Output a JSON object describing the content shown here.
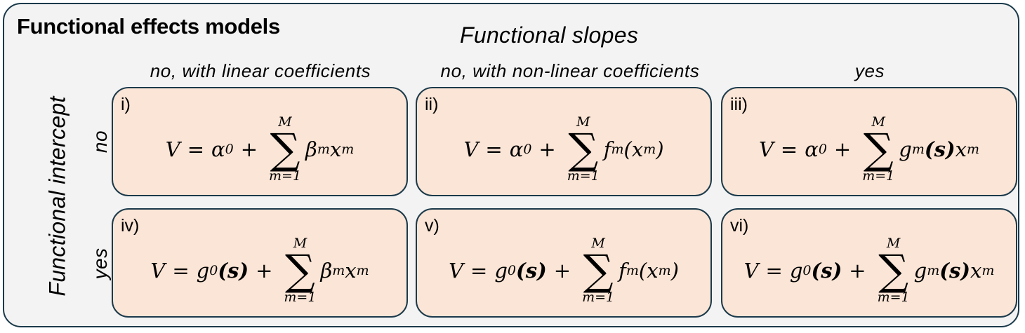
{
  "title": "Functional effects models",
  "slopes_header": "Functional slopes",
  "intercept_header": "Functional intercept",
  "columns": [
    "no, with linear coefficients",
    "no, with non-linear coefficients",
    "yes"
  ],
  "rows": [
    "no",
    "yes"
  ],
  "cells": [
    {
      "label": "i)",
      "lhs": "V",
      "eq": "=",
      "intercept": "α",
      "intercept_sub": "0",
      "plus": "+",
      "sum_top": "M",
      "sum_sym": "∑",
      "sum_bot": "m=1",
      "term_a": "β",
      "term_a_sub": "m",
      "term_b": "x",
      "term_b_sub": "m"
    },
    {
      "label": "ii)",
      "lhs": "V",
      "eq": "=",
      "intercept": "α",
      "intercept_sub": "0",
      "plus": "+",
      "sum_top": "M",
      "sum_sym": "∑",
      "sum_bot": "m=1",
      "term_a": "f",
      "term_a_sub": "m",
      "term_b": "(x",
      "term_b_sub": "m",
      "term_c": ")"
    },
    {
      "label": "iii)",
      "lhs": "V",
      "eq": "=",
      "intercept": "α",
      "intercept_sub": "0",
      "plus": "+",
      "sum_top": "M",
      "sum_sym": "∑",
      "sum_bot": "m=1",
      "term_a": "g",
      "term_a_sub": "m",
      "term_s": "(s)",
      "term_b": "x",
      "term_b_sub": "m"
    },
    {
      "label": "iv)",
      "lhs": "V",
      "eq": "=",
      "intercept": "g",
      "intercept_sub": "0",
      "intercept_s": "(s)",
      "plus": "+",
      "sum_top": "M",
      "sum_sym": "∑",
      "sum_bot": "m=1",
      "term_a": "β",
      "term_a_sub": "m",
      "term_b": "x",
      "term_b_sub": "m"
    },
    {
      "label": "v)",
      "lhs": "V",
      "eq": "=",
      "intercept": "g",
      "intercept_sub": "0",
      "intercept_s": "(s)",
      "plus": "+",
      "sum_top": "M",
      "sum_sym": "∑",
      "sum_bot": "m=1",
      "term_a": "f",
      "term_a_sub": "m",
      "term_b": "(x",
      "term_b_sub": "m",
      "term_c": ")"
    },
    {
      "label": "vi)",
      "lhs": "V",
      "eq": "=",
      "intercept": "g",
      "intercept_sub": "0",
      "intercept_s": "(s)",
      "plus": "+",
      "sum_top": "M",
      "sum_sym": "∑",
      "sum_bot": "m=1",
      "term_a": "g",
      "term_a_sub": "m",
      "term_s": "(s)",
      "term_b": "x",
      "term_b_sub": "m"
    }
  ],
  "colors": {
    "frame_bg": "#f3f3f3",
    "cell_bg": "#fbe5d6",
    "border": "#1b3a4b"
  }
}
